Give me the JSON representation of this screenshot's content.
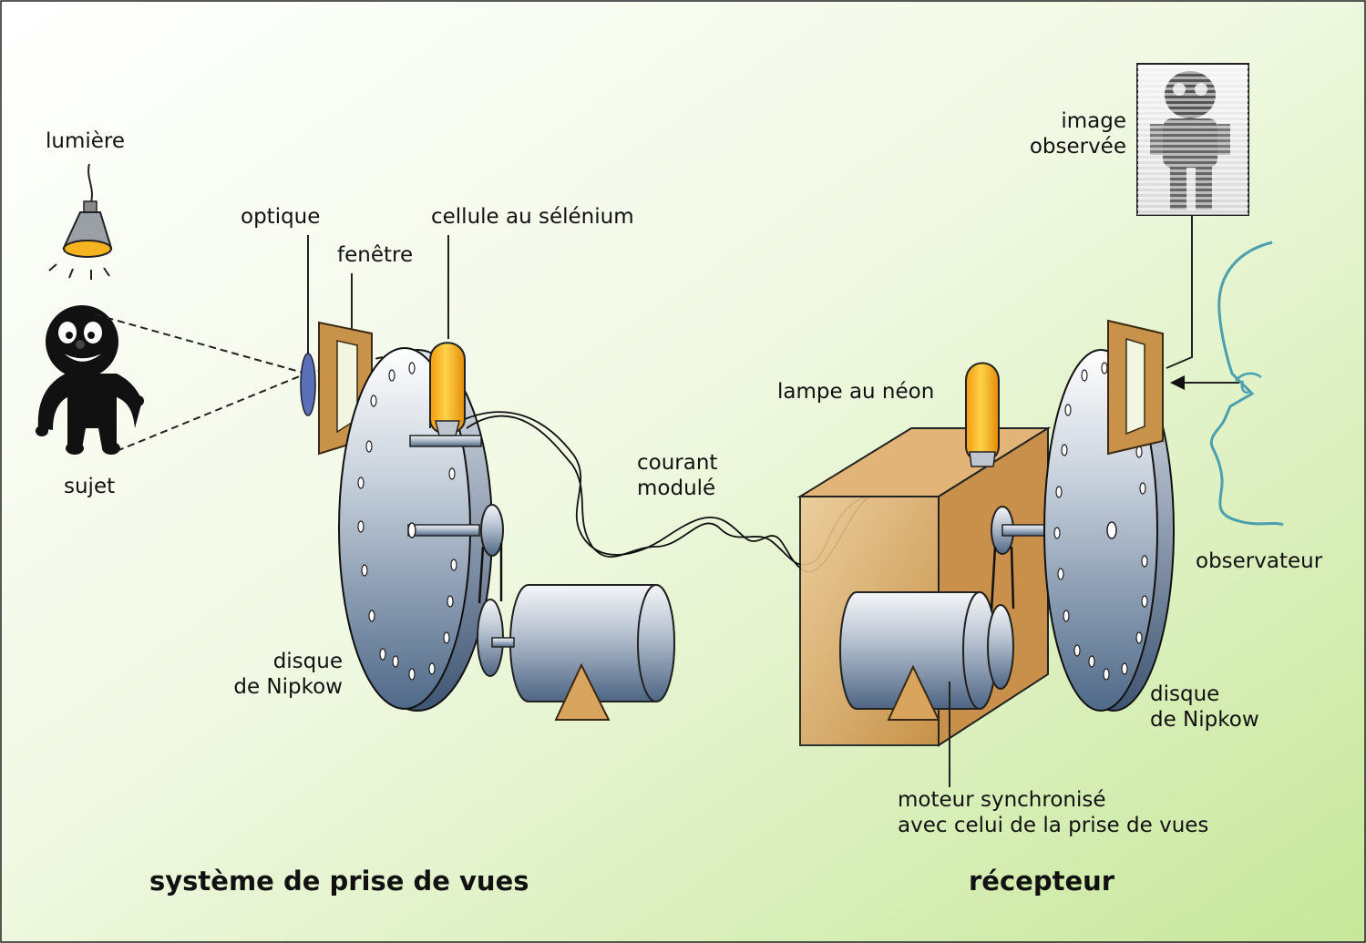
{
  "labels": {
    "lumiere": "lumière",
    "sujet": "sujet",
    "optique": "optique",
    "fenetre": "fenêtre",
    "cellule": "cellule au sélénium",
    "courant_1": "courant",
    "courant_2": "modulé",
    "disque_left_1": "disque",
    "disque_left_2": "de Nipkow",
    "lampe_neon": "lampe au néon",
    "image_1": "image",
    "image_2": "observée",
    "observateur": "observateur",
    "disque_right_1": "disque",
    "disque_right_2": "de Nipkow",
    "moteur_1": "moteur synchronisé",
    "moteur_2": "avec celui de la prise de vues"
  },
  "titles": {
    "left": "système de prise de vues",
    "right": "récepteur"
  },
  "colors": {
    "background_start": "#ffffff",
    "background_end": "#c9e89a",
    "frame_wood": "#c9924a",
    "lamp_yellow": "#f5a516",
    "box_tan": "#d9ab6a",
    "disc_steel": "#5f7896",
    "face_outline": "#4c9fae",
    "lens_blue": "#5a6fb8"
  }
}
